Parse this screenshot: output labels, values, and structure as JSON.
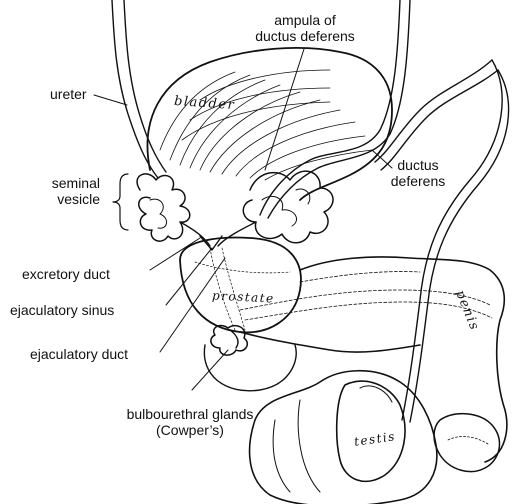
{
  "labels": {
    "ureter": "ureter",
    "ampula_line1": "ampula of",
    "ampula_line2": "ductus deferens",
    "seminal_line1": "seminal",
    "seminal_line2": "vesicle",
    "ductus_line1": "ductus",
    "ductus_line2": "deferens",
    "excretory_duct": "excretory duct",
    "ejaculatory_sinus": "ejaculatory sinus",
    "ejaculatory_duct": "ejaculatory duct",
    "bulbourethral_line1": "bulbourethral glands",
    "bulbourethral_line2": "(Cowper’s)"
  },
  "organs": {
    "bladder": "bladder",
    "prostate": "prostate",
    "penis": "penis",
    "testis": "testis"
  },
  "colors": {
    "ink": "#111111",
    "background": "#ffffff"
  }
}
